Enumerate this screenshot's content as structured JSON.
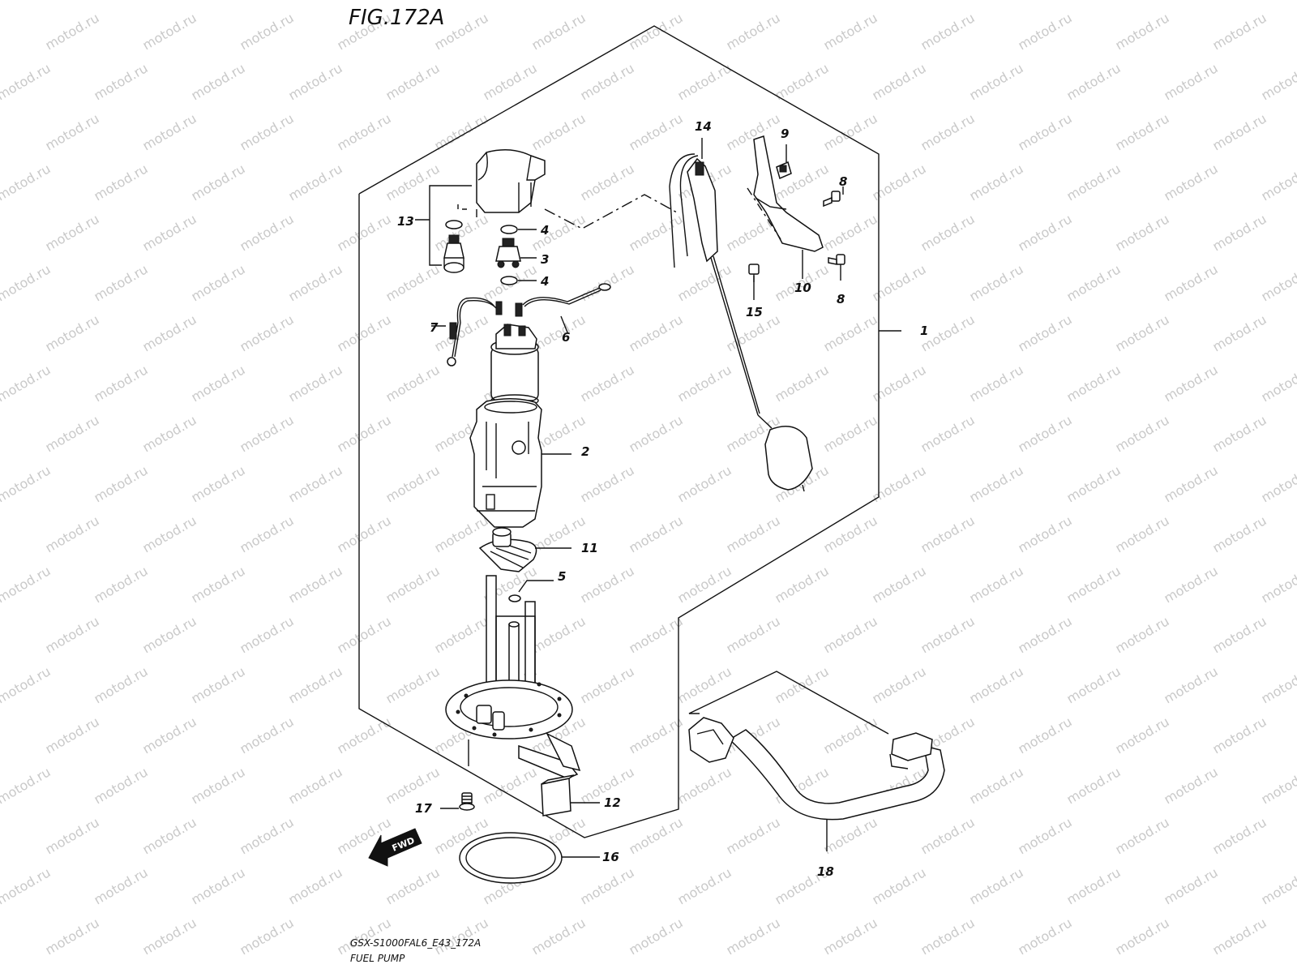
{
  "figure_title": "FIG.172A",
  "footer": {
    "code": "GSX-S1000FAL6_E43_172A",
    "name": "FUEL PUMP"
  },
  "watermark": "motod.ru",
  "fwd_label": "FWD",
  "labels": {
    "l1": "1",
    "l2": "2",
    "l3": "3",
    "l4a": "4",
    "l4b": "4",
    "l5": "5",
    "l6": "6",
    "l7": "7",
    "l8a": "8",
    "l8b": "8",
    "l9": "9",
    "l10": "10",
    "l11": "11",
    "l12": "12",
    "l13": "13",
    "l14": "14",
    "l15": "15",
    "l16": "16",
    "l17": "17",
    "l18": "18"
  }
}
